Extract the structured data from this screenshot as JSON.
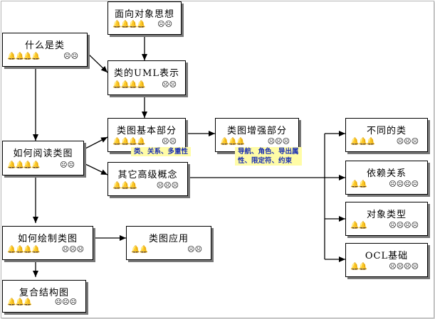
{
  "nodes": {
    "oo_thinking": {
      "title": "面向对象思想",
      "bells": "🔔🔔🔔🔔",
      "faces": "☹☹"
    },
    "what_is_class": {
      "title": "什么是类",
      "bells": "🔔🔔🔔🔔",
      "faces": "☹☹"
    },
    "uml_notation": {
      "title": "类的UML表示",
      "bells": "🔔🔔🔔🔔",
      "faces": "☹☹"
    },
    "class_basic": {
      "title": "类图基本部分",
      "bells": "🔔🔔🔔🔔",
      "faces": "☹☹"
    },
    "class_enhanced": {
      "title": "类图增强部分",
      "bells": "🔔🔔🔔",
      "faces": "☹☹☹"
    },
    "read_class_diagram": {
      "title": "如何阅读类图",
      "bells": "🔔🔔🔔🔔",
      "faces": "☹☹"
    },
    "other_concepts": {
      "title": "其它高级概念",
      "bells": "🔔🔔🔔",
      "faces": "☹☹☹"
    },
    "different_classes": {
      "title": "不同的类",
      "bells": "🔔🔔🔔",
      "faces": "☹☹☹"
    },
    "dependency": {
      "title": "依赖关系",
      "bells": "🔔🔔",
      "faces": "☹☹☹☹"
    },
    "object_types": {
      "title": "对象类型",
      "bells": "🔔🔔",
      "faces": "☹☹☹☹"
    },
    "ocl_basics": {
      "title": "OCL基础",
      "bells": "🔔🔔",
      "faces": "☹☹☹☹"
    },
    "draw_class_diagram": {
      "title": "如何绘制类图",
      "bells": "🔔🔔🔔🔔",
      "faces": "☹☹☹"
    },
    "class_diagram_apply": {
      "title": "类图应用",
      "bells": "🔔🔔",
      "faces": "☹☹"
    },
    "composite_structure": {
      "title": "复合结构图",
      "bells": "🔔🔔🔔",
      "faces": "☹☹☹"
    }
  },
  "notes": {
    "basic_note": "类、关系、多重性",
    "enhanced_note_line1": "导航、角色、导出属",
    "enhanced_note_line2": "性、限定符、约束"
  },
  "colors": {
    "note_bg": "#fffca6",
    "note_text": "#1a2fb3",
    "shadow": "#777777"
  }
}
